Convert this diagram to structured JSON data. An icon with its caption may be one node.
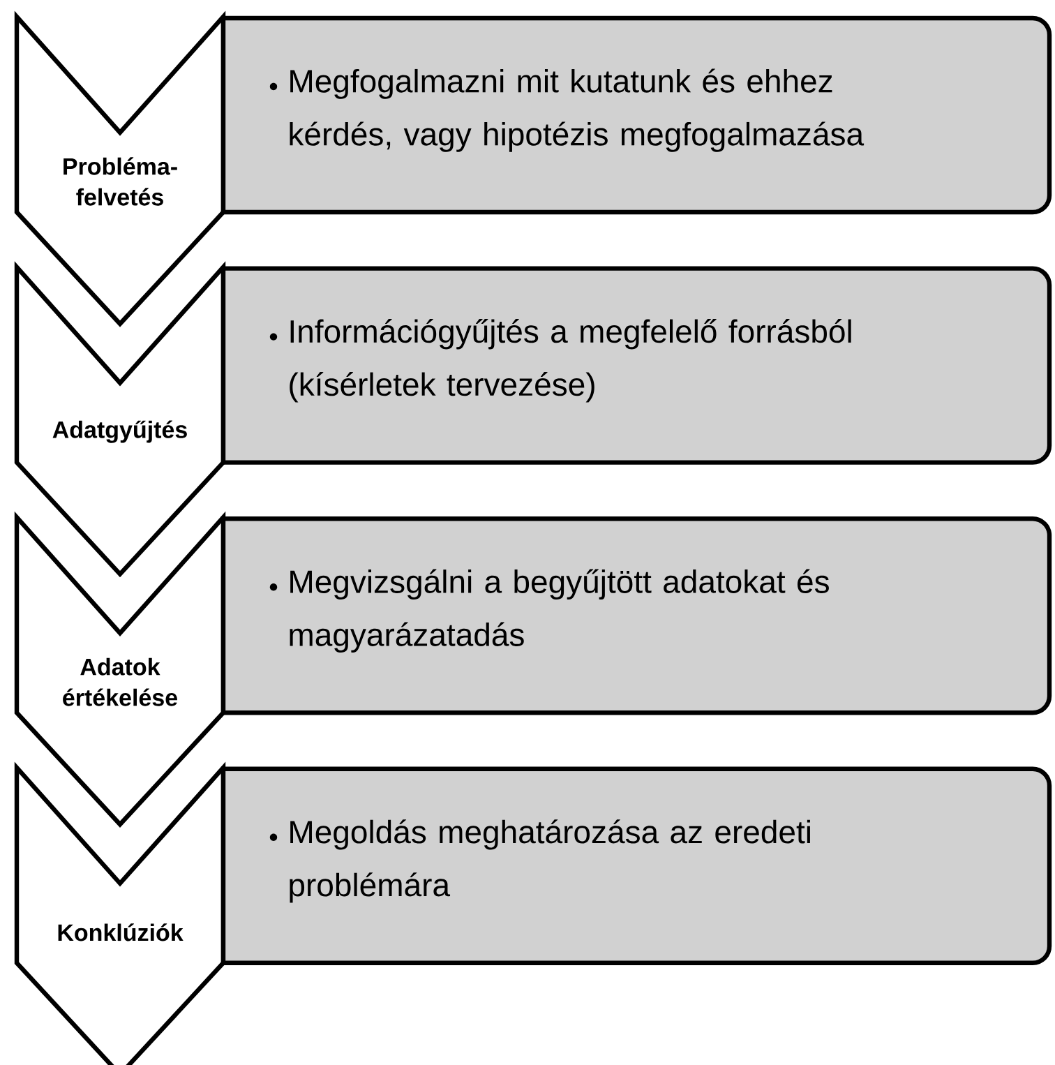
{
  "diagram": {
    "nodes": [
      {
        "text": [
          "Probléma-felvetés"
        ]
      },
      {
        "text": [
          "Megfogalmazni mit kutatunk és ehhez kérdés, vagy hipotézis megfogalmazása"
        ]
      },
      {
        "text": [
          "Adatgyűjtés"
        ]
      },
      {
        "text": [
          "Információgyűjtés a megfelelő forrásból (kísérletek tervezése)"
        ]
      },
      {
        "text": [
          "Adatok értékelése"
        ]
      },
      {
        "text": [
          "Megvizsgálni a begyűjtött adatokat és magyarázatadás"
        ]
      },
      {
        "text": [
          "Konklúziók"
        ]
      },
      {
        "text": [
          "Megoldás meghatározása az eredeti problémára"
        ]
      }
    ]
  }
}
